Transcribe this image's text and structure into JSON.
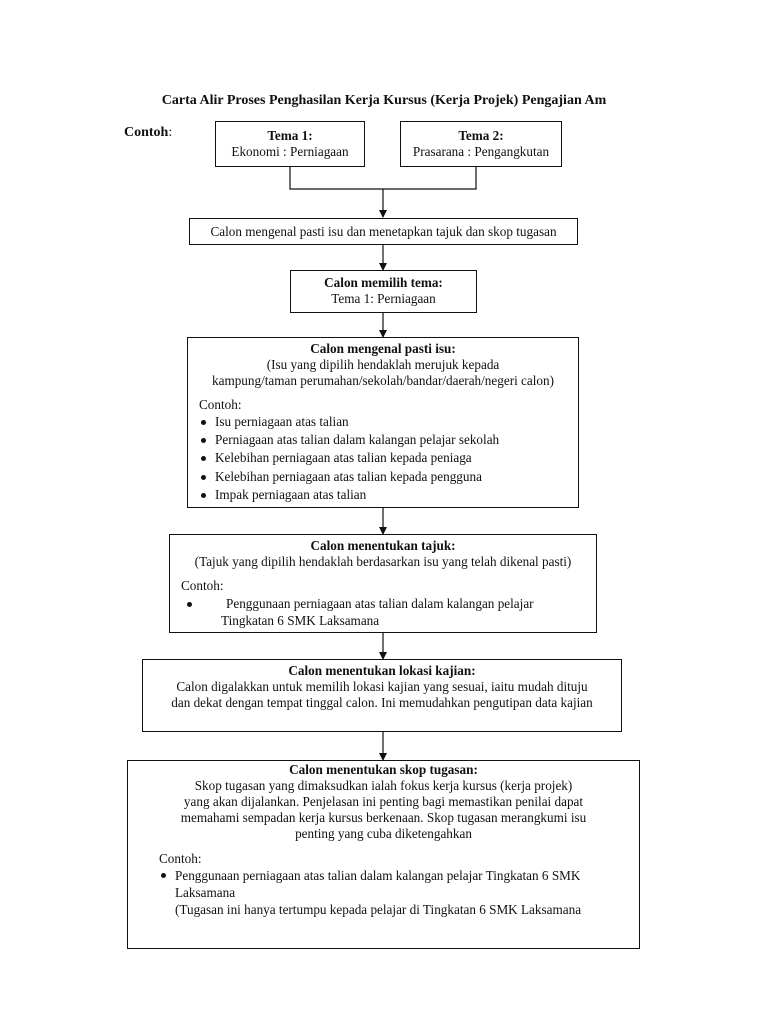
{
  "title": "Carta Alir Proses Penghasilan Kerja Kursus (Kerja Projek) Pengajian Am",
  "contoh_label": "Contoh",
  "contoh_colon": ":",
  "tema1": {
    "heading": "Tema 1:",
    "text": "Ekonomi : Perniagaan"
  },
  "tema2": {
    "heading": "Tema 2:",
    "text": "Prasarana : Pengangkutan"
  },
  "step1": {
    "text": "Calon mengenal pasti isu dan menetapkan tajuk dan skop tugasan"
  },
  "step2": {
    "heading": "Calon memilih tema:",
    "text": "Tema 1: Perniagaan"
  },
  "step3": {
    "heading": "Calon mengenal pasti isu:",
    "line1": "(Isu yang dipilih hendaklah merujuk kepada",
    "line2": "kampung/taman perumahan/sekolah/bandar/daerah/negeri calon)",
    "contoh": "Contoh:",
    "items": [
      "Isu perniagaan atas talian",
      "Perniagaan atas talian dalam kalangan pelajar sekolah",
      "Kelebihan perniagaan atas talian kepada peniaga",
      "Kelebihan perniagaan atas talian kepada pengguna",
      "Impak perniagaan atas talian"
    ]
  },
  "step4": {
    "heading": "Calon menentukan tajuk:",
    "line1": "(Tajuk yang dipilih hendaklah berdasarkan isu yang telah dikenal pasti)",
    "contoh": "Contoh:",
    "item_line1": "Penggunaan perniagaan atas talian dalam kalangan pelajar",
    "item_line2": "Tingkatan 6 SMK Laksamana"
  },
  "step5": {
    "heading": "Calon menentukan lokasi kajian:",
    "line1": "Calon digalakkan untuk memilih lokasi kajian yang sesuai, iaitu mudah dituju",
    "line2": "dan dekat dengan tempat tinggal calon. Ini memudahkan pengutipan data kajian"
  },
  "step6": {
    "heading": "Calon menentukan skop tugasan:",
    "line1": "Skop tugasan yang dimaksudkan ialah fokus kerja kursus (kerja projek)",
    "line2": "yang akan dijalankan. Penjelasan ini penting bagi memastikan penilai dapat",
    "line3": "memahami sempadan kerja kursus berkenaan. Skop tugasan merangkumi isu",
    "line4": "penting yang cuba diketengahkan",
    "contoh": "Contoh:",
    "item_line1": "Penggunaan perniagaan atas talian dalam kalangan pelajar Tingkatan 6 SMK",
    "item_line2": "Laksamana",
    "item_line3": "(Tugasan ini hanya tertumpu kepada pelajar di Tingkatan 6 SMK Laksamana"
  }
}
